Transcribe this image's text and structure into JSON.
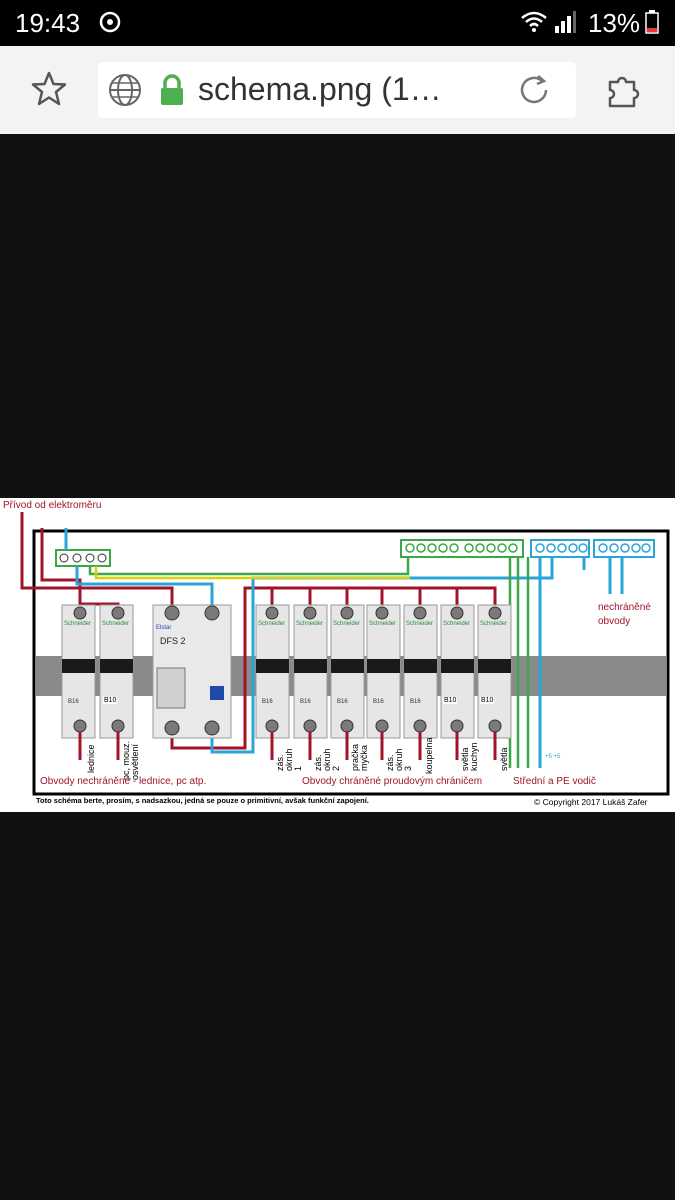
{
  "status_bar": {
    "time": "19:43",
    "battery": "13%"
  },
  "browser": {
    "url_text": "schema.png (1…"
  },
  "schema": {
    "supply_label": "Přívod od elektroměru",
    "unprotected_right": "nechráněné obvody",
    "unprotected_left": "Obvody nechráněné - lednice, pc atp.",
    "protected_label": "Obvody chráněné proudovým chráničem",
    "neutral_pe": "Střední a PE vodič",
    "small_marks": "+5 +5",
    "breaker_brand": "Schneider",
    "rcd_brand": "Elstar",
    "rcd_model": "DFS 2",
    "breaker_ratings": [
      "B16",
      "B10",
      "B16",
      "B16",
      "B16",
      "B16",
      "B16",
      "B10",
      "B10"
    ],
    "circuits": [
      "lednice",
      "pc, mouz. osvětlení",
      "zás. okruh 1",
      "zás. okruh 2",
      "pračka myčka",
      "zás. okruh 3",
      "koupelna",
      "světla kuchyn",
      "světla"
    ],
    "footer_note": "Toto schéma berte, prosím, s nadsazkou, jedná se pouze o primitivní, avšak funkční zapojení.",
    "copyright": "© Copyright 2017 Lukáš Zafer"
  }
}
